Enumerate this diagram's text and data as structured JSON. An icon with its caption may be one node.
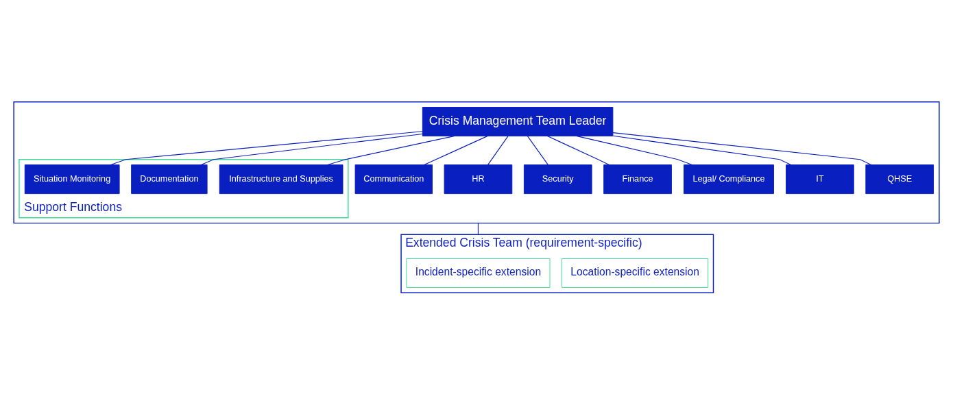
{
  "diagram": {
    "nodes": [
      {
        "text": [],
        "shape": "box"
      },
      {
        "text": [
          "Crisis Management Team Leader"
        ],
        "in": 0
      },
      {
        "text": [
          "Support Functions"
        ],
        "in": 0
      },
      {
        "text": [
          "Situation Monitoring"
        ],
        "in": 2
      },
      {
        "text": [
          "Documentation"
        ],
        "in": 2
      },
      {
        "text": [
          "Infrastructure and Supplies"
        ],
        "in": 2
      },
      {
        "text": [
          "Communication"
        ],
        "in": 0
      },
      {
        "text": [
          "HR"
        ],
        "in": 0
      },
      {
        "text": [
          "Security"
        ],
        "in": 0
      },
      {
        "text": [
          "Finance"
        ],
        "in": 0
      },
      {
        "text": [
          "Legal/ Compliance"
        ],
        "in": 0
      },
      {
        "text": [
          "IT"
        ],
        "in": 0
      },
      {
        "text": [
          "QHSE"
        ],
        "in": 0
      },
      {
        "text": [
          "Extended Crisis Team (requirement-specific)"
        ]
      },
      {
        "text": [
          "Incident-specific extension"
        ],
        "in": 13
      },
      {
        "text": [
          "Location-specific extension"
        ],
        "in": 13
      }
    ],
    "edges": [
      {
        "from": 1,
        "to": 3,
        "arrow": "none"
      },
      {
        "from": 1,
        "to": 4,
        "arrow": "none"
      },
      {
        "from": 1,
        "to": 5,
        "arrow": "none"
      },
      {
        "from": 1,
        "to": 6,
        "arrow": "none"
      },
      {
        "from": 1,
        "to": 7,
        "arrow": "none"
      },
      {
        "from": 1,
        "to": 8,
        "arrow": "none"
      },
      {
        "from": 1,
        "to": 9,
        "arrow": "none"
      },
      {
        "from": 1,
        "to": 10,
        "arrow": "none"
      },
      {
        "from": 1,
        "to": 11,
        "arrow": "none"
      },
      {
        "from": 1,
        "to": 12,
        "arrow": "none"
      },
      {
        "from": 0,
        "to": 13,
        "arrow": "none"
      }
    ]
  }
}
